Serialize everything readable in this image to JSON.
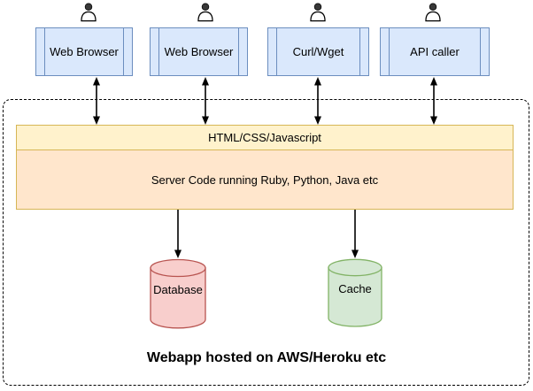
{
  "clients": {
    "items": [
      {
        "label": "Web Browser"
      },
      {
        "label": "Web Browser"
      },
      {
        "label": "Curl/Wget"
      },
      {
        "label": "API caller"
      }
    ]
  },
  "layers": {
    "frontend_label": "HTML/CSS/Javascript",
    "server_label": "Server Code running Ruby, Python, Java etc"
  },
  "datastores": [
    {
      "label": "Database",
      "fill": "#f8cecc",
      "stroke": "#b85450"
    },
    {
      "label": "Cache",
      "fill": "#d5e8d4",
      "stroke": "#82b366"
    }
  ],
  "caption": "Webapp hosted on AWS/Heroku etc",
  "colors": {
    "client_fill": "#dae8fc",
    "client_stroke": "#6c8ebf",
    "frontend_fill": "#fff2cc",
    "server_fill": "#ffe6cc",
    "layer_stroke": "#d6b656",
    "arrow": "#000000",
    "boundary": "#000000"
  },
  "icons": {
    "user": "user-icon",
    "database": "database-cylinder-icon",
    "cache": "cache-cylinder-icon"
  }
}
